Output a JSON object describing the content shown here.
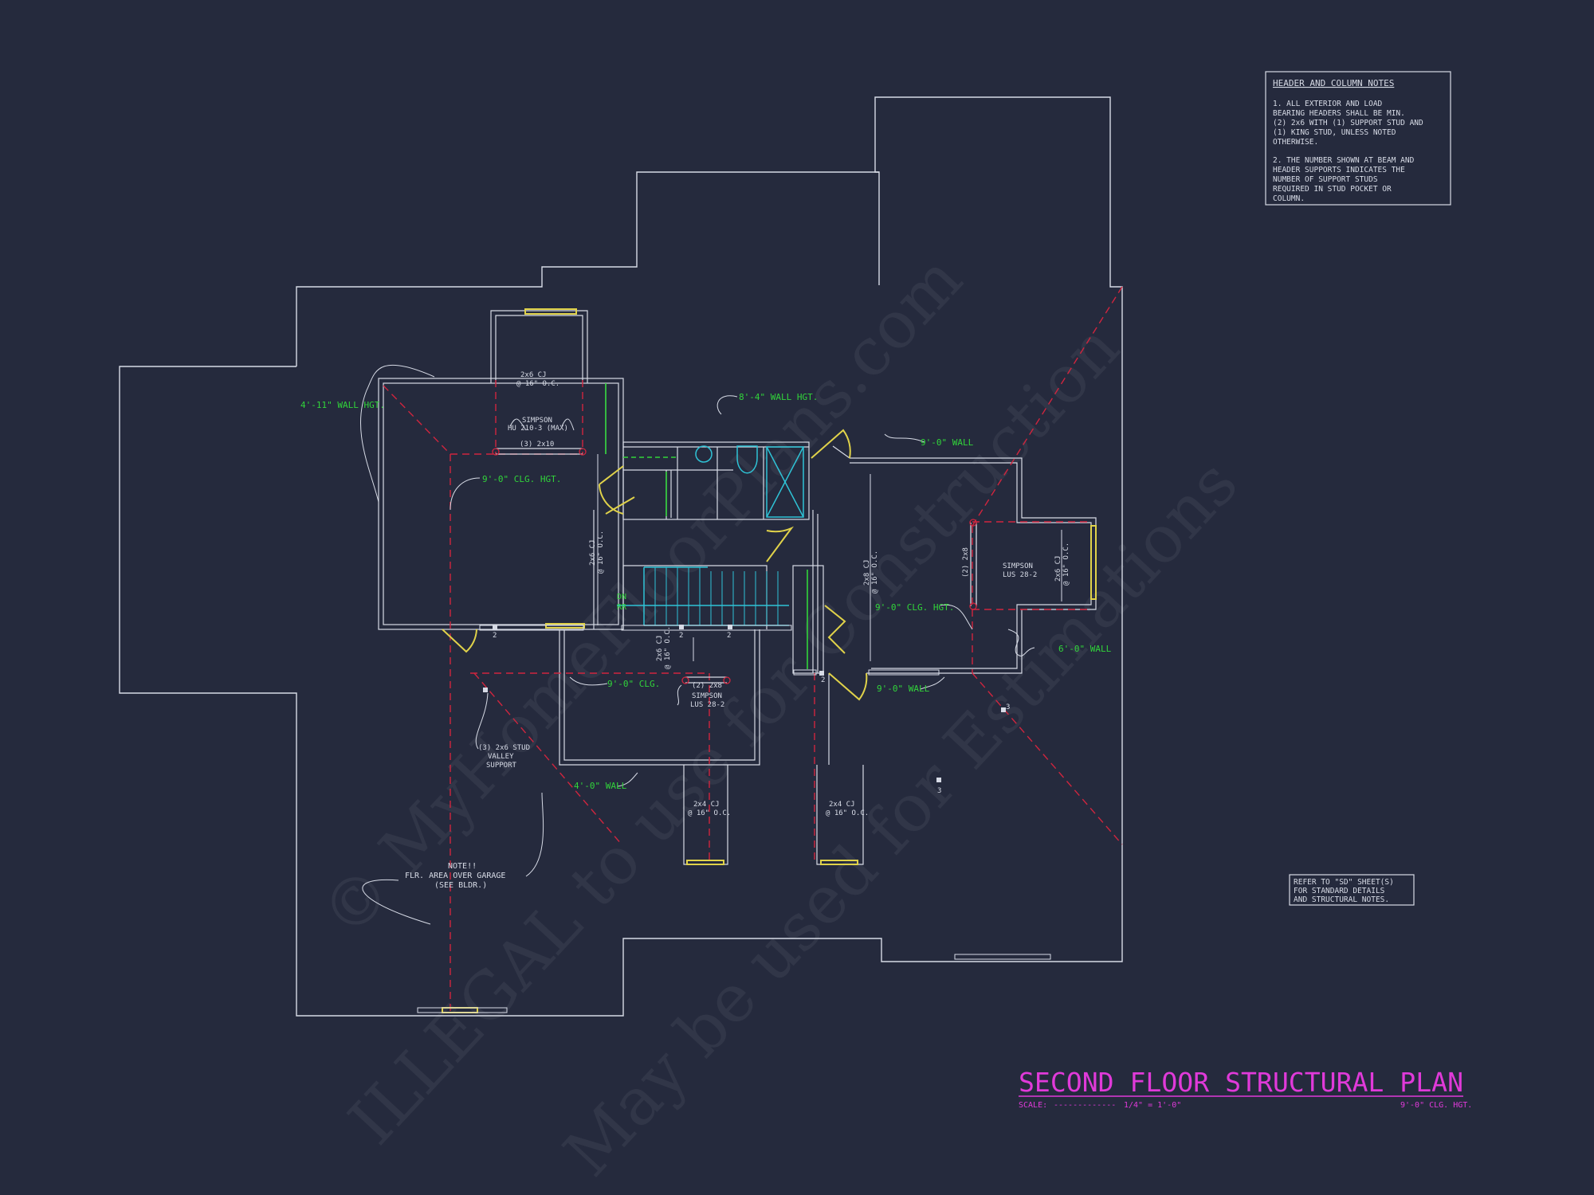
{
  "title": "SECOND FLOOR STRUCTURAL PLAN",
  "scale_label": "SCALE:",
  "scale_dashes": "-------------",
  "scale_value": "1/4\" = 1'-0\"",
  "ceiling_height_right": "9'-0\" CLG. HGT.",
  "notes_box": {
    "heading": "HEADER AND COLUMN NOTES",
    "note1": [
      "1. ALL EXTERIOR AND LOAD",
      "BEARING HEADERS SHALL BE MIN.",
      "(2) 2x6 WITH (1) SUPPORT STUD AND",
      "(1) KING STUD, UNLESS NOTED",
      "OTHERWISE."
    ],
    "note2": [
      "2. THE NUMBER SHOWN AT BEAM AND",
      "HEADER SUPPORTS INDICATES THE",
      "NUMBER OF SUPPORT STUDS",
      "REQUIRED IN STUD POCKET OR",
      "COLUMN."
    ]
  },
  "refer_box": [
    "REFER TO \"SD\" SHEET(S)",
    "FOR STANDARD DETAILS",
    "AND STRUCTURAL NOTES."
  ],
  "green_labels": {
    "wall_4_11": "4'-11\" WALL HGT.",
    "wall_8_4": "8'-4\" WALL HGT.",
    "wall_9_0_top": "9'-0\" WALL",
    "clg_9_0_left": "9'-0\" CLG. HGT.",
    "clg_9_0_right": "9'-0\" CLG. HGT.",
    "clg_9_0_mid": "9'-0\" CLG.",
    "wall_6_0": "6'-0\" WALL",
    "wall_9_0_bottom": "9'-0\" WALL",
    "wall_4_0": "4'-0\" WALL"
  },
  "white_labels": {
    "cj_top_a": "2x6 CJ",
    "cj_top_b": "@ 16\" O.C.",
    "simpson_top_a": "SIMPSON",
    "simpson_top_b": "HU 210-3 (MAX)",
    "beam_top": "(3) 2x10",
    "cj_vert_a": "2x6 CJ",
    "cj_vert_b": "@ 16\" O.C.",
    "stair_dn": "DN",
    "stair_rr": "RR",
    "cj_right_vert_a": "2x8 CJ",
    "cj_right_vert_b": "@ 16\" O.C.",
    "beam_right": "(2) 2x8",
    "simpson_right_a": "SIMPSON",
    "simpson_right_b": "LUS 28-2",
    "cj_far_right_a": "2x6 CJ",
    "cj_far_right_b": "@ 16\" O.C.",
    "cj_mid_a": "2x6 CJ",
    "cj_mid_b": "@ 16\" O.C.",
    "beam_mid": "(2) 2x8",
    "simpson_mid_a": "SIMPSON",
    "simpson_mid_b": "LUS 28-2",
    "stud_a": "(3) 2x6 STUD",
    "stud_b": "VALLEY",
    "stud_c": "SUPPORT",
    "cj_bottom1_a": "2x4 CJ",
    "cj_bottom1_b": "@ 16\" O.C.",
    "cj_bottom2_a": "2x4 CJ",
    "cj_bottom2_b": "@ 16\" O.C.",
    "note_a": "NOTE!!",
    "note_b": "FLR. AREA OVER GARAGE",
    "note_c": "(SEE BLDR.)",
    "num_2a": "2",
    "num_2b": "2",
    "num_2c": "2",
    "num_2d": "2",
    "num_3a": "3",
    "num_3b": "3"
  },
  "watermark": {
    "line1": "© MyHomeFloorPlans.com",
    "line2": "ILLEGAL to use for Construction",
    "line3": "May be used for Estimations"
  },
  "colors": {
    "background": "#252a3d",
    "linework": "#d7dbe6",
    "green_text": "#31d43a",
    "red_dashed": "#d0253e",
    "yellow": "#e0d24a",
    "cyan": "#2fc3d6",
    "magenta_title": "#e03ad9"
  }
}
